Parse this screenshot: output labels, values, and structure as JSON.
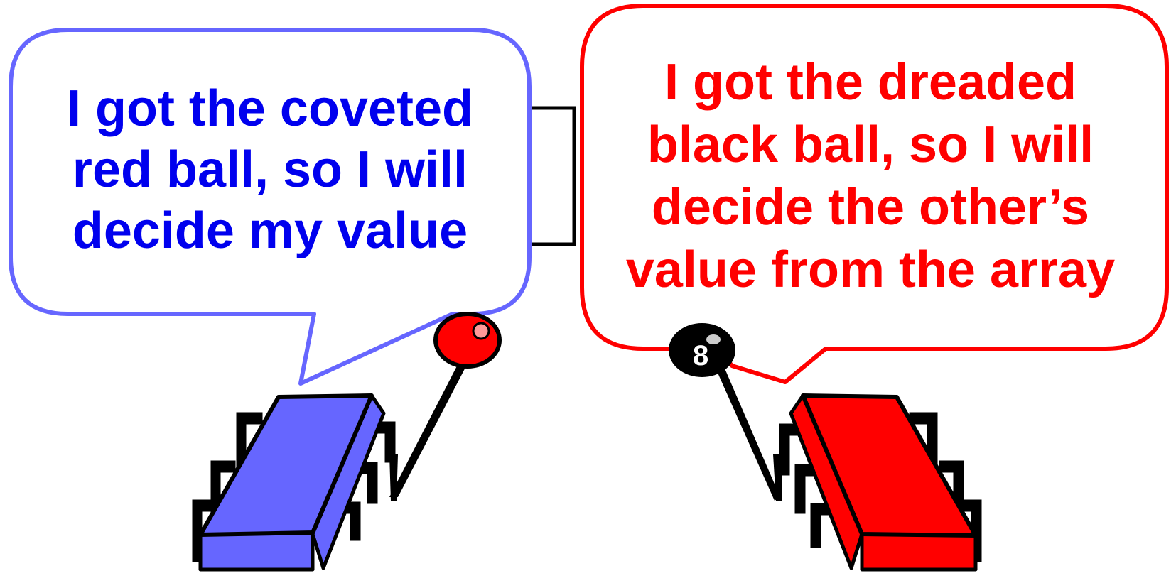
{
  "left_bubble": {
    "text": "I got the coveted\nred ball, so I will\ndecide my value",
    "text_color": "#0000ee",
    "border_color": "#6666ff"
  },
  "right_bubble": {
    "text": "I got the dreaded\nblack ball, so I will\ndecide the other’s\nvalue from the array",
    "text_color": "#ff0000",
    "border_color": "#ff0000"
  },
  "red_ball": {
    "icon": "red-ball-icon",
    "color": "#ff0000"
  },
  "black_ball": {
    "label": "8",
    "icon": "eight-ball-icon",
    "color": "#000000"
  },
  "left_chip": {
    "icon": "blue-processor-chip-icon",
    "color": "#6666ff"
  },
  "right_chip": {
    "icon": "red-processor-chip-icon",
    "color": "#ff0000"
  },
  "connector": {
    "icon": "bracket-connector-icon",
    "color": "#000000"
  }
}
